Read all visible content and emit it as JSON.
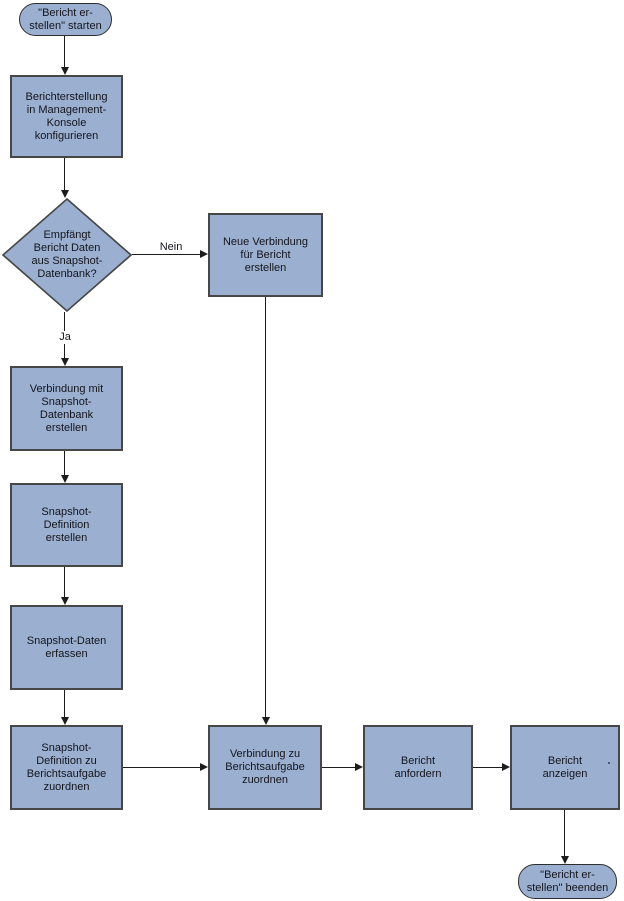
{
  "nodes": {
    "start": {
      "label": "\"Bericht er-\nstellen\" starten"
    },
    "configure": {
      "label": "Berichterstellung\nin Management-\nKonsole\nkonfigurieren"
    },
    "decision": {
      "label": "Empfängt\nBericht Daten\naus Snapshot-\nDatenbank?"
    },
    "new_connection": {
      "label": "Neue Verbindung\nfür Bericht\nerstellen"
    },
    "create_connection": {
      "label": "Verbindung mit\nSnapshot-\nDatenbank\nerstellen"
    },
    "create_definition": {
      "label": "Snapshot-\nDefinition\nerstellen"
    },
    "collect_data": {
      "label": "Snapshot-Daten\nerfassen"
    },
    "assign_definition": {
      "label": "Snapshot-\nDefinition zu\nBerichtsaufgabe\nzuordnen"
    },
    "assign_connection": {
      "label": "Verbindung zu\nBerichtsaufgabe\nzuordnen"
    },
    "request_report": {
      "label": "Bericht\nanfordern"
    },
    "show_report": {
      "label": "Bericht\nanzeigen"
    },
    "end": {
      "label": "\"Bericht er-\nstellen\" beenden"
    }
  },
  "edge_labels": {
    "no": "Nein",
    "yes": "Ja"
  },
  "colors": {
    "node_fill": "#9bb0d0",
    "node_border": "#474747",
    "terminator_border": "#2e2e2e",
    "connector": "#1c1c1c",
    "text": "#14141c",
    "background": "#ffffff"
  }
}
